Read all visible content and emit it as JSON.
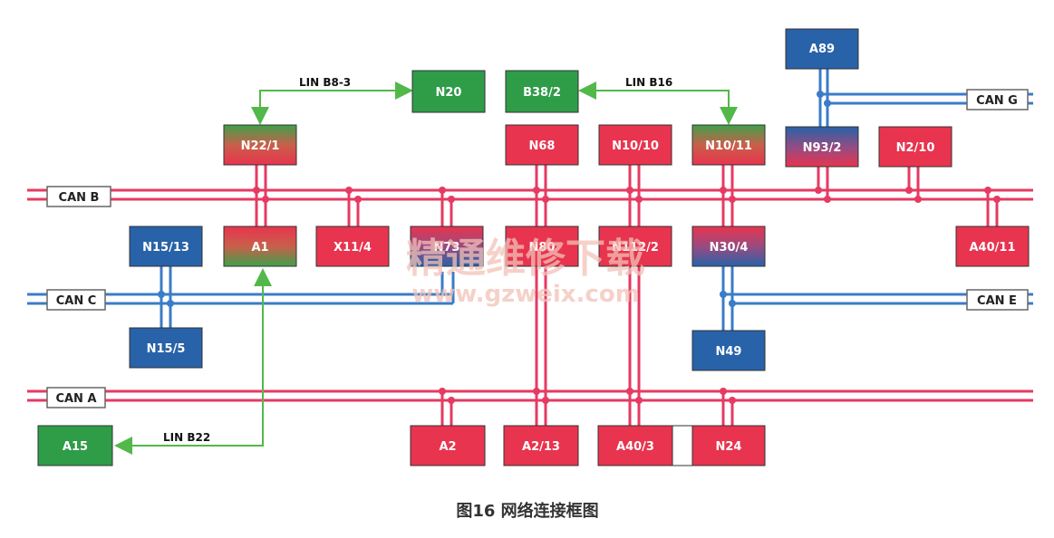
{
  "colors": {
    "red": "#e8344e",
    "green": "#2f9c48",
    "blue": "#2862a8",
    "bus_red": "#e63a62",
    "bus_blue": "#3a7cc8",
    "lin_green": "#52b84a"
  },
  "buses": {
    "can_b": "CAN B",
    "can_c": "CAN C",
    "can_a": "CAN A",
    "can_g": "CAN G",
    "can_e": "CAN E"
  },
  "lin": {
    "b8_3": "LIN B8-3",
    "b16": "LIN B16",
    "b22": "LIN B22"
  },
  "nodes": {
    "a89": "A89",
    "n20": "N20",
    "b38_2": "B38/2",
    "n22_1": "N22/1",
    "n68": "N68",
    "n10_10": "N10/10",
    "n10_11": "N10/11",
    "n93_2": "N93/2",
    "n2_10": "N2/10",
    "n15_13": "N15/13",
    "a1": "A1",
    "x11_4": "X11/4",
    "n73": "N73",
    "n80": "N80",
    "n112_2": "N112/2",
    "n30_4": "N30/4",
    "a40_11": "A40/11",
    "n15_5": "N15/5",
    "n49": "N49",
    "a15": "A15",
    "a2": "A2",
    "a2_13": "A2/13",
    "a40_3": "A40/3",
    "n24": "N24"
  },
  "watermark": {
    "line1": "精通维修下载",
    "line2": "www.gzweix.com"
  },
  "caption": "图16  网络连接框图"
}
